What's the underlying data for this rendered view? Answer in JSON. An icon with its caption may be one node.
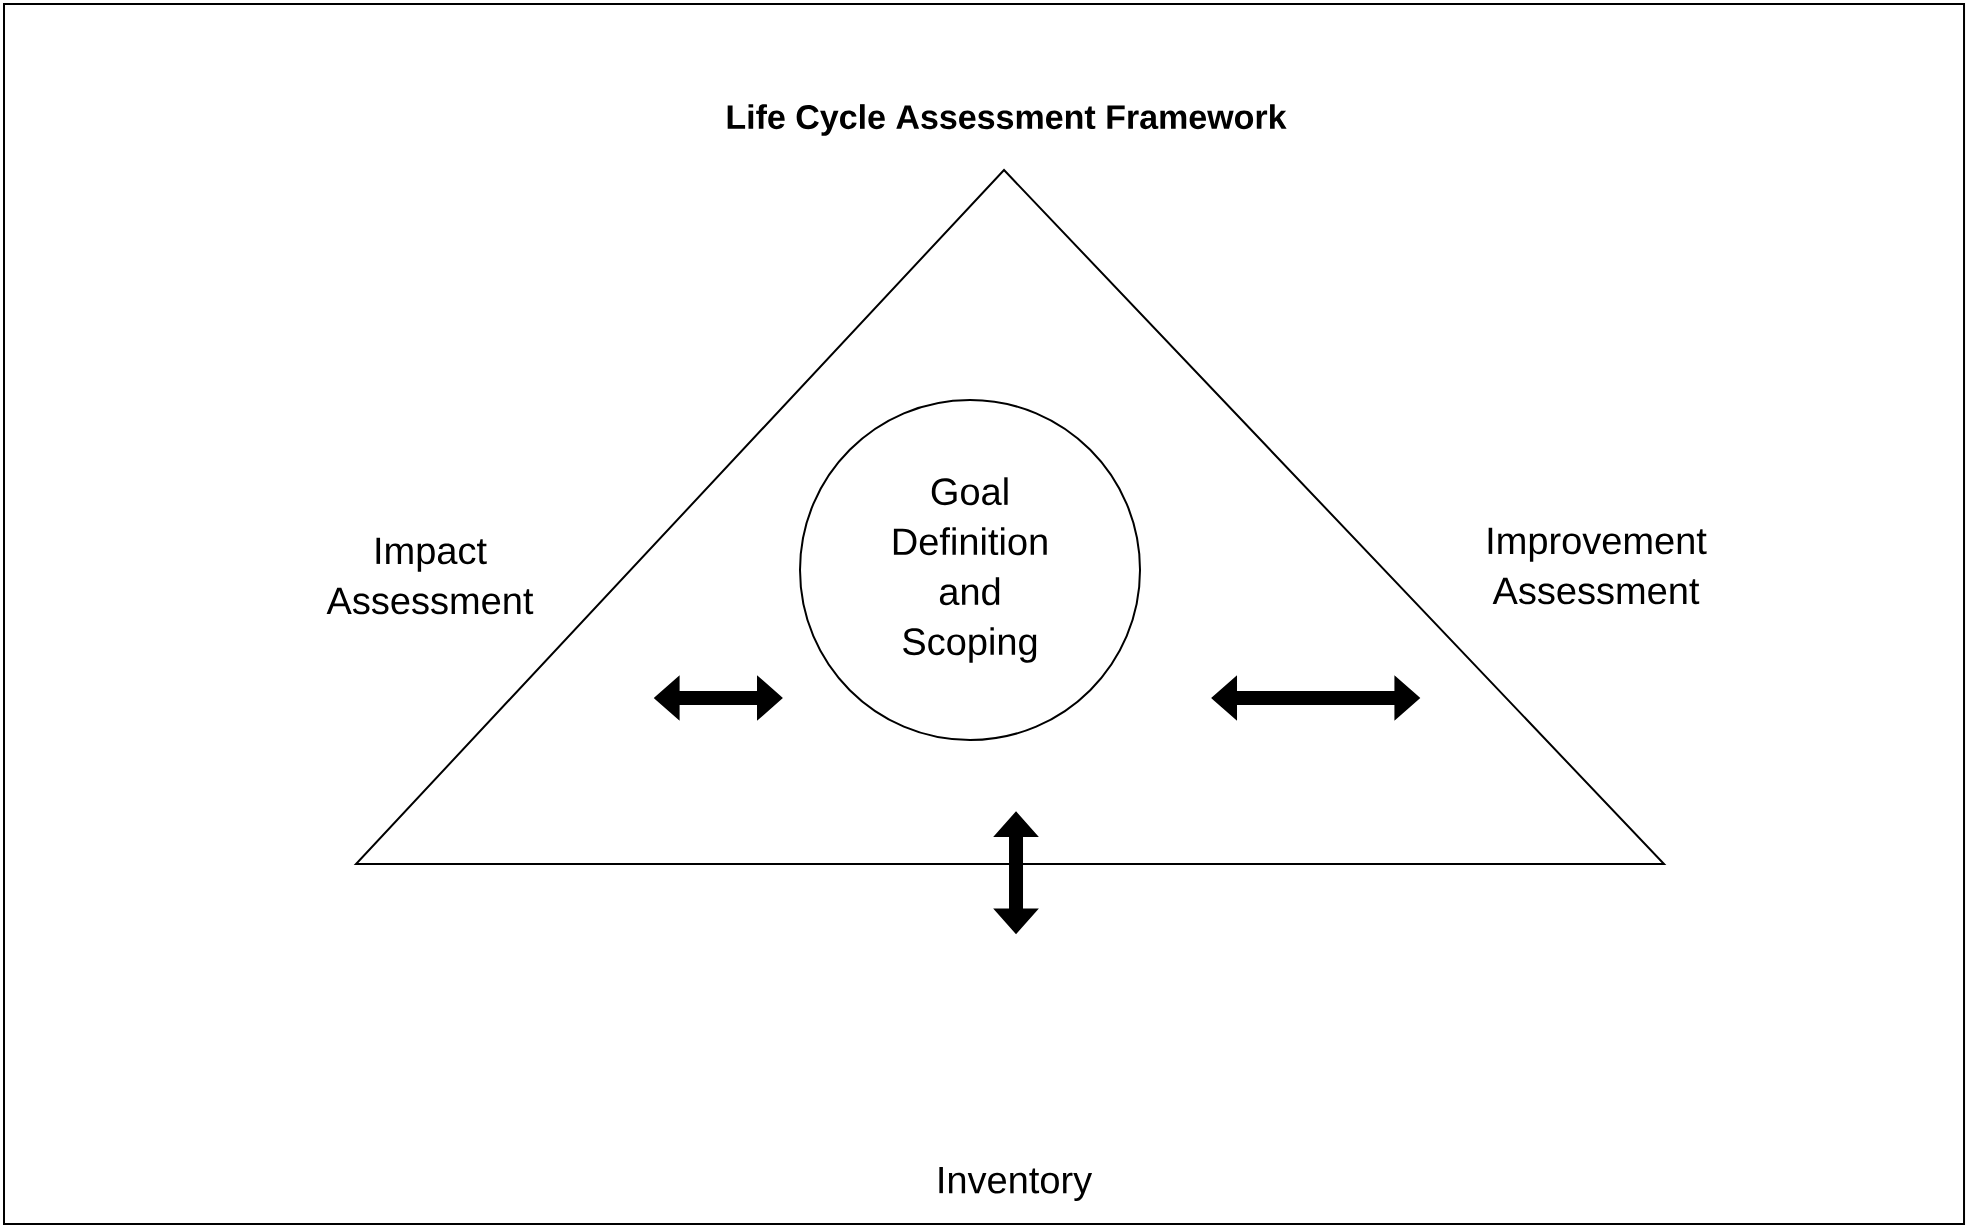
{
  "diagram": {
    "title": "Life Cycle Assessment Framework",
    "nodes": [
      {
        "text": [],
        "shape": "triangle"
      },
      {
        "text": [
          "Goal Definition and Scoping"
        ],
        "in": 0
      }
    ],
    "edges": [
      {
        "from": 1,
        "to": 0,
        "arrow": "both"
      },
      {
        "from": 1,
        "to": 0,
        "arrow": "both"
      },
      {
        "from": 1,
        "to": 0,
        "arrow": "both"
      }
    ],
    "labels": [
      "Impact Assessment",
      "Improvement Assessment",
      "Inventory"
    ]
  }
}
